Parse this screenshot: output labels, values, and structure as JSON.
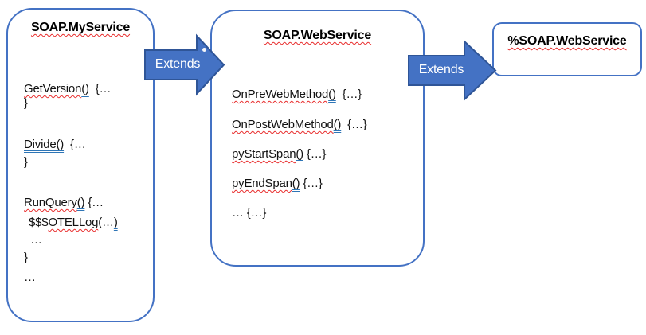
{
  "diagram": {
    "colors": {
      "box_border": "#4472C4",
      "arrow_fill": "#4472C4",
      "arrow_border": "#2F5597",
      "spellcheck_red": "#E82C2C",
      "grammar_blue": "#2E75B6",
      "text": "#111111",
      "arrow_label_text": "#FFFFFF"
    },
    "boxes": [
      {
        "id": "myservice",
        "title": "SOAP.MyService",
        "lines": [
          {
            "segments": [
              {
                "t": "GetVersion",
                "d": "red-wavy"
              },
              {
                "t": "()",
                "d": "blue-double"
              },
              {
                "t": "  {…",
                "d": "none"
              }
            ]
          },
          {
            "segments": [
              {
                "t": "}",
                "d": "none"
              }
            ]
          },
          {
            "segments": [
              {
                "t": "Divide()",
                "d": "blue-double"
              },
              {
                "t": "  {…",
                "d": "none"
              }
            ]
          },
          {
            "segments": [
              {
                "t": "}",
                "d": "none"
              }
            ]
          },
          {
            "segments": [
              {
                "t": "RunQuery",
                "d": "red-wavy"
              },
              {
                "t": "()",
                "d": "blue-double"
              },
              {
                "t": " {…",
                "d": "none"
              }
            ]
          },
          {
            "segments": [
              {
                "t": "$$$",
                "d": "none"
              },
              {
                "t": "OTELLog",
                "d": "red-wavy"
              },
              {
                "t": "(…",
                "d": "none"
              },
              {
                "t": ")",
                "d": "blue-double"
              }
            ]
          },
          {
            "segments": [
              {
                "t": "…",
                "d": "none"
              }
            ]
          },
          {
            "segments": [
              {
                "t": "}",
                "d": "none"
              }
            ]
          },
          {
            "segments": [
              {
                "t": "…",
                "d": "none"
              }
            ]
          }
        ]
      },
      {
        "id": "webservice",
        "title": "SOAP.WebService",
        "lines": [
          {
            "segments": [
              {
                "t": "OnPreWebMethod",
                "d": "red-wavy"
              },
              {
                "t": "()",
                "d": "blue-double"
              },
              {
                "t": "  {…}",
                "d": "none"
              }
            ]
          },
          {
            "segments": [
              {
                "t": "OnPostWebMethod",
                "d": "red-wavy"
              },
              {
                "t": "()",
                "d": "blue-double"
              },
              {
                "t": "  {…}",
                "d": "none"
              }
            ]
          },
          {
            "segments": [
              {
                "t": "pyStartSpan",
                "d": "red-wavy"
              },
              {
                "t": "()",
                "d": "blue-double"
              },
              {
                "t": " {…}",
                "d": "none"
              }
            ]
          },
          {
            "segments": [
              {
                "t": "pyEndSpan",
                "d": "red-wavy"
              },
              {
                "t": "()",
                "d": "blue-double"
              },
              {
                "t": " {…}",
                "d": "none"
              }
            ]
          },
          {
            "segments": [
              {
                "t": "… {…}",
                "d": "none"
              }
            ]
          }
        ]
      },
      {
        "id": "base",
        "title": "%SOAP.WebService",
        "lines": []
      }
    ],
    "arrows": [
      {
        "id": "extends-1",
        "label": "Extends"
      },
      {
        "id": "extends-2",
        "label": "Extends"
      }
    ]
  }
}
